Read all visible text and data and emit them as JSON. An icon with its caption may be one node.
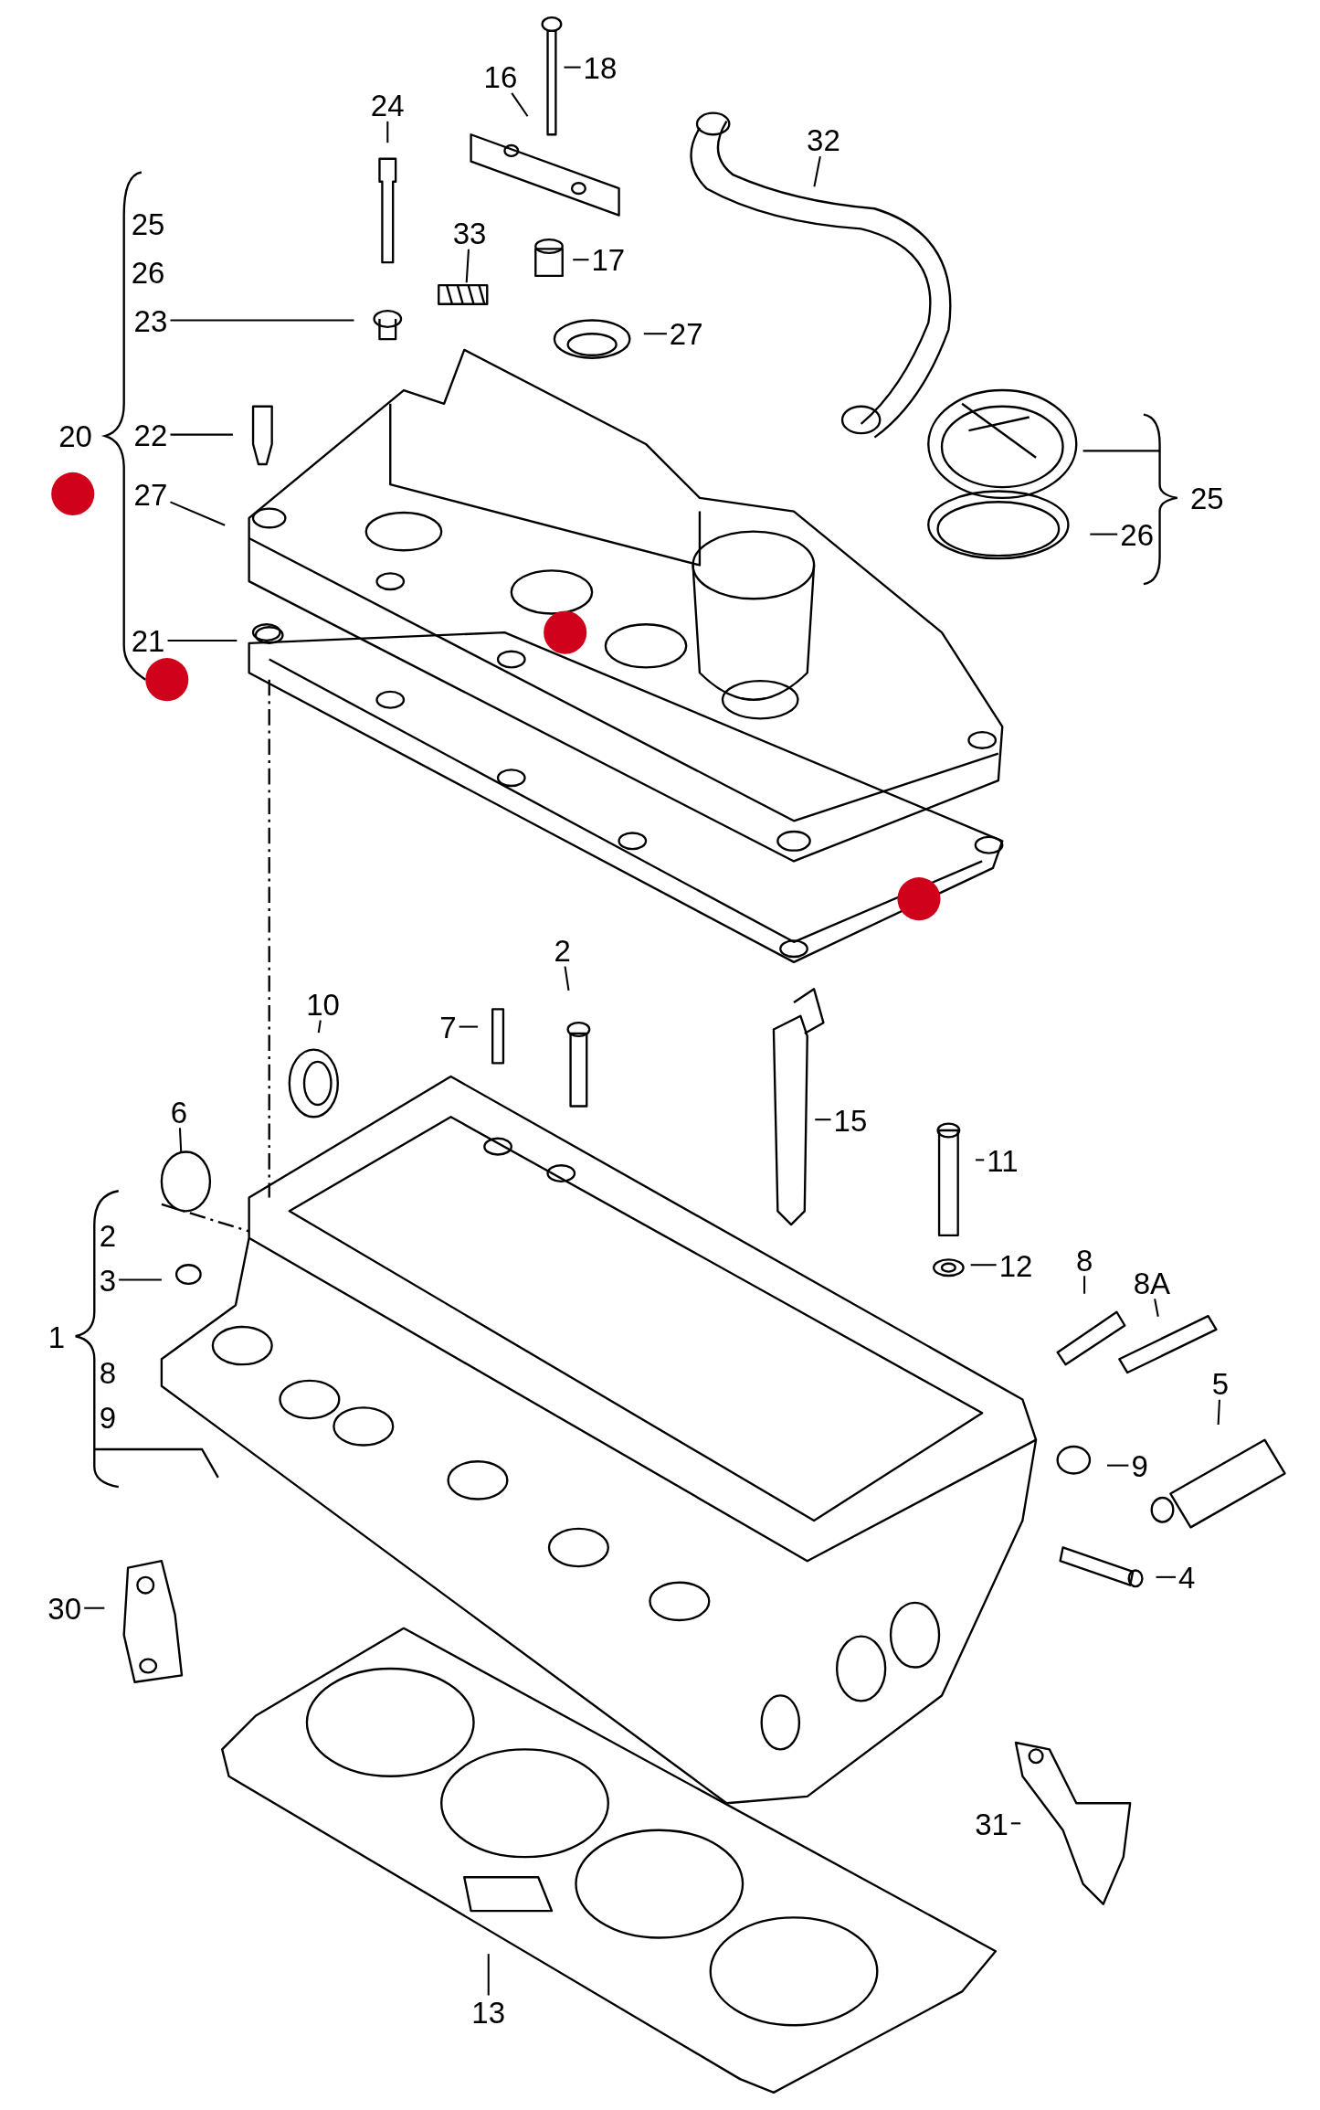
{
  "diagram": {
    "nodes": [
      {
        "text": [
          "16"
        ]
      },
      {
        "text": [
          "18"
        ]
      },
      {
        "text": [
          "24"
        ]
      },
      {
        "text": [
          "33"
        ]
      },
      {
        "text": [
          "17"
        ]
      },
      {
        "text": [
          "32"
        ]
      },
      {
        "text": [
          "27"
        ]
      },
      {
        "text": [
          "23"
        ]
      },
      {
        "text": [
          "22"
        ]
      },
      {
        "text": [
          "27"
        ]
      },
      {
        "text": [
          "21"
        ]
      },
      {
        "text": [
          "26"
        ]
      },
      {
        "text": [
          "2"
        ]
      },
      {
        "text": [
          "7"
        ]
      },
      {
        "text": [
          "10"
        ]
      },
      {
        "text": [
          "6"
        ]
      },
      {
        "text": [
          "15"
        ]
      },
      {
        "text": [
          "11"
        ]
      },
      {
        "text": [
          "12"
        ]
      },
      {
        "text": [
          "8"
        ]
      },
      {
        "text": [
          "8A"
        ]
      },
      {
        "text": [
          "5"
        ]
      },
      {
        "text": [
          "9"
        ]
      },
      {
        "text": [
          "4"
        ]
      },
      {
        "text": [
          "3"
        ]
      },
      {
        "text": [
          "30"
        ]
      },
      {
        "text": [
          "31"
        ]
      },
      {
        "text": [
          "13"
        ]
      }
    ],
    "edges": [
      {
        "from": 0,
        "to": null,
        "arrow": "none"
      },
      {
        "from": 1,
        "to": null,
        "arrow": "none"
      },
      {
        "from": 2,
        "to": null,
        "arrow": "none"
      },
      {
        "from": 3,
        "to": null,
        "arrow": "none"
      },
      {
        "from": 4,
        "to": null,
        "arrow": "none"
      },
      {
        "from": 5,
        "to": null,
        "arrow": "none"
      },
      {
        "from": 6,
        "to": null,
        "arrow": "none"
      },
      {
        "from": 7,
        "to": null,
        "arrow": "none"
      },
      {
        "from": 8,
        "to": null,
        "arrow": "none"
      },
      {
        "from": 9,
        "to": null,
        "arrow": "none"
      },
      {
        "from": 10,
        "to": null,
        "arrow": "none"
      },
      {
        "from": 11,
        "to": null,
        "arrow": "none"
      },
      {
        "from": 12,
        "to": null,
        "arrow": "none"
      },
      {
        "from": 13,
        "to": null,
        "arrow": "none"
      },
      {
        "from": 14,
        "to": null,
        "arrow": "none"
      },
      {
        "from": 15,
        "to": null,
        "arrow": "none"
      },
      {
        "from": 16,
        "to": null,
        "arrow": "none"
      },
      {
        "from": 17,
        "to": null,
        "arrow": "none"
      },
      {
        "from": 18,
        "to": null,
        "arrow": "none"
      },
      {
        "from": 19,
        "to": null,
        "arrow": "none"
      },
      {
        "from": 20,
        "to": null,
        "arrow": "none"
      },
      {
        "from": 21,
        "to": null,
        "arrow": "none"
      },
      {
        "from": 22,
        "to": null,
        "arrow": "none"
      },
      {
        "from": 23,
        "to": null,
        "arrow": "none"
      },
      {
        "from": 24,
        "to": null,
        "arrow": "none"
      },
      {
        "from": 25,
        "to": null,
        "arrow": "none"
      },
      {
        "from": 26,
        "to": null,
        "arrow": "none"
      },
      {
        "from": 27,
        "to": null,
        "arrow": "none"
      }
    ],
    "labels": [
      "25",
      "26",
      "20",
      "25",
      "2",
      "1",
      "8",
      "9"
    ]
  }
}
